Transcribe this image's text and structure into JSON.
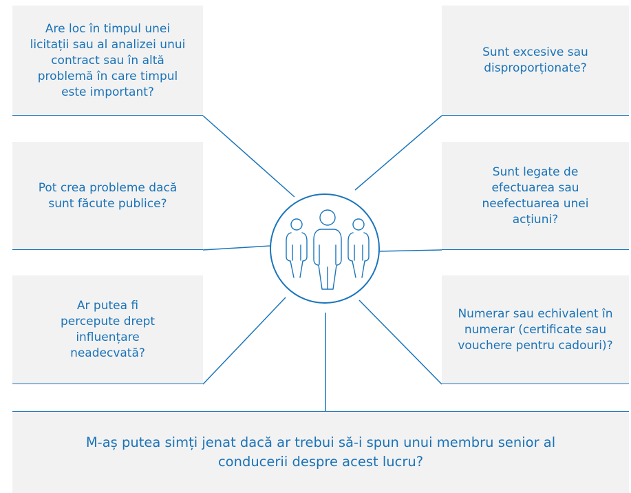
{
  "diagram": {
    "questions": {
      "q1": "Are loc în timpul unei licitații sau al analizei unui contract sau în altă problemă în care timpul este important?",
      "q2": "Pot crea probleme dacă sunt făcute publice?",
      "q3": "Ar putea fi percepute drept influențare neadecvată?",
      "q4": "Sunt excesive sau disproporționate?",
      "q5": "Sunt legate de efectuarea sau neefectuarea unei acțiuni?",
      "q6": "Numerar sau echivalent în numerar (certificate sau vouchere pentru cadouri)?",
      "q7": "M-aș putea simți jenat dacă ar trebui să-i spun unui membru senior al conducerii despre acest lucru?"
    },
    "center_icon": "people-group-icon",
    "colors": {
      "line": "#1b75bb",
      "text": "#1a73b8",
      "box_background": "#f2f2f2"
    }
  }
}
